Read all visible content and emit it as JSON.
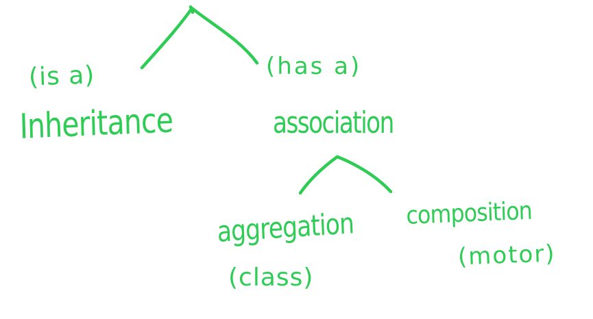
{
  "ink_color": "#2ecc55",
  "labels": {
    "is_a": "(is a)",
    "inheritance": "Inheritance",
    "has_a": "(has a)",
    "association": "association",
    "aggregation": "aggregation",
    "class_note": "(class)",
    "composition": "composition",
    "motor_note": "(motor)"
  }
}
